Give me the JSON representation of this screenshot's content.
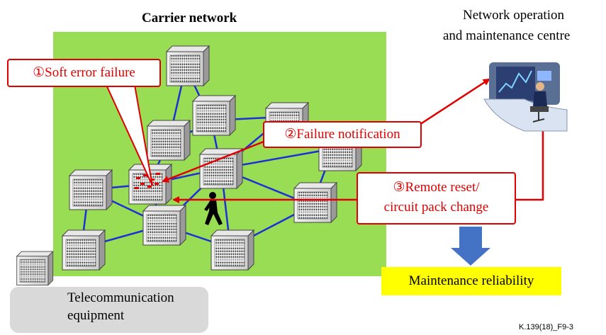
{
  "titles": {
    "carrier_network": "Carrier network",
    "noc_line1": "Network operation",
    "noc_line2": "and maintenance centre"
  },
  "callouts": {
    "soft_error": "①Soft error failure",
    "failure_notification": "②Failure notification",
    "remote_reset_line1": "③Remote reset/",
    "remote_reset_line2": "circuit pack change"
  },
  "result": {
    "maintenance_reliability": "Maintenance reliability"
  },
  "legend": {
    "line1": "Telecommunication",
    "line2": "equipment"
  },
  "figure_id": "K.139(18)_F9-3",
  "colors": {
    "network_area": "#99dd55",
    "link_line": "#1f2fd6",
    "callout_border": "#e00000",
    "down_arrow": "#4472c4",
    "highlight": "#ffff00"
  },
  "icons": [
    "telecom-equipment-icon",
    "maintenance-worker-icon",
    "noc-operator-icon"
  ]
}
